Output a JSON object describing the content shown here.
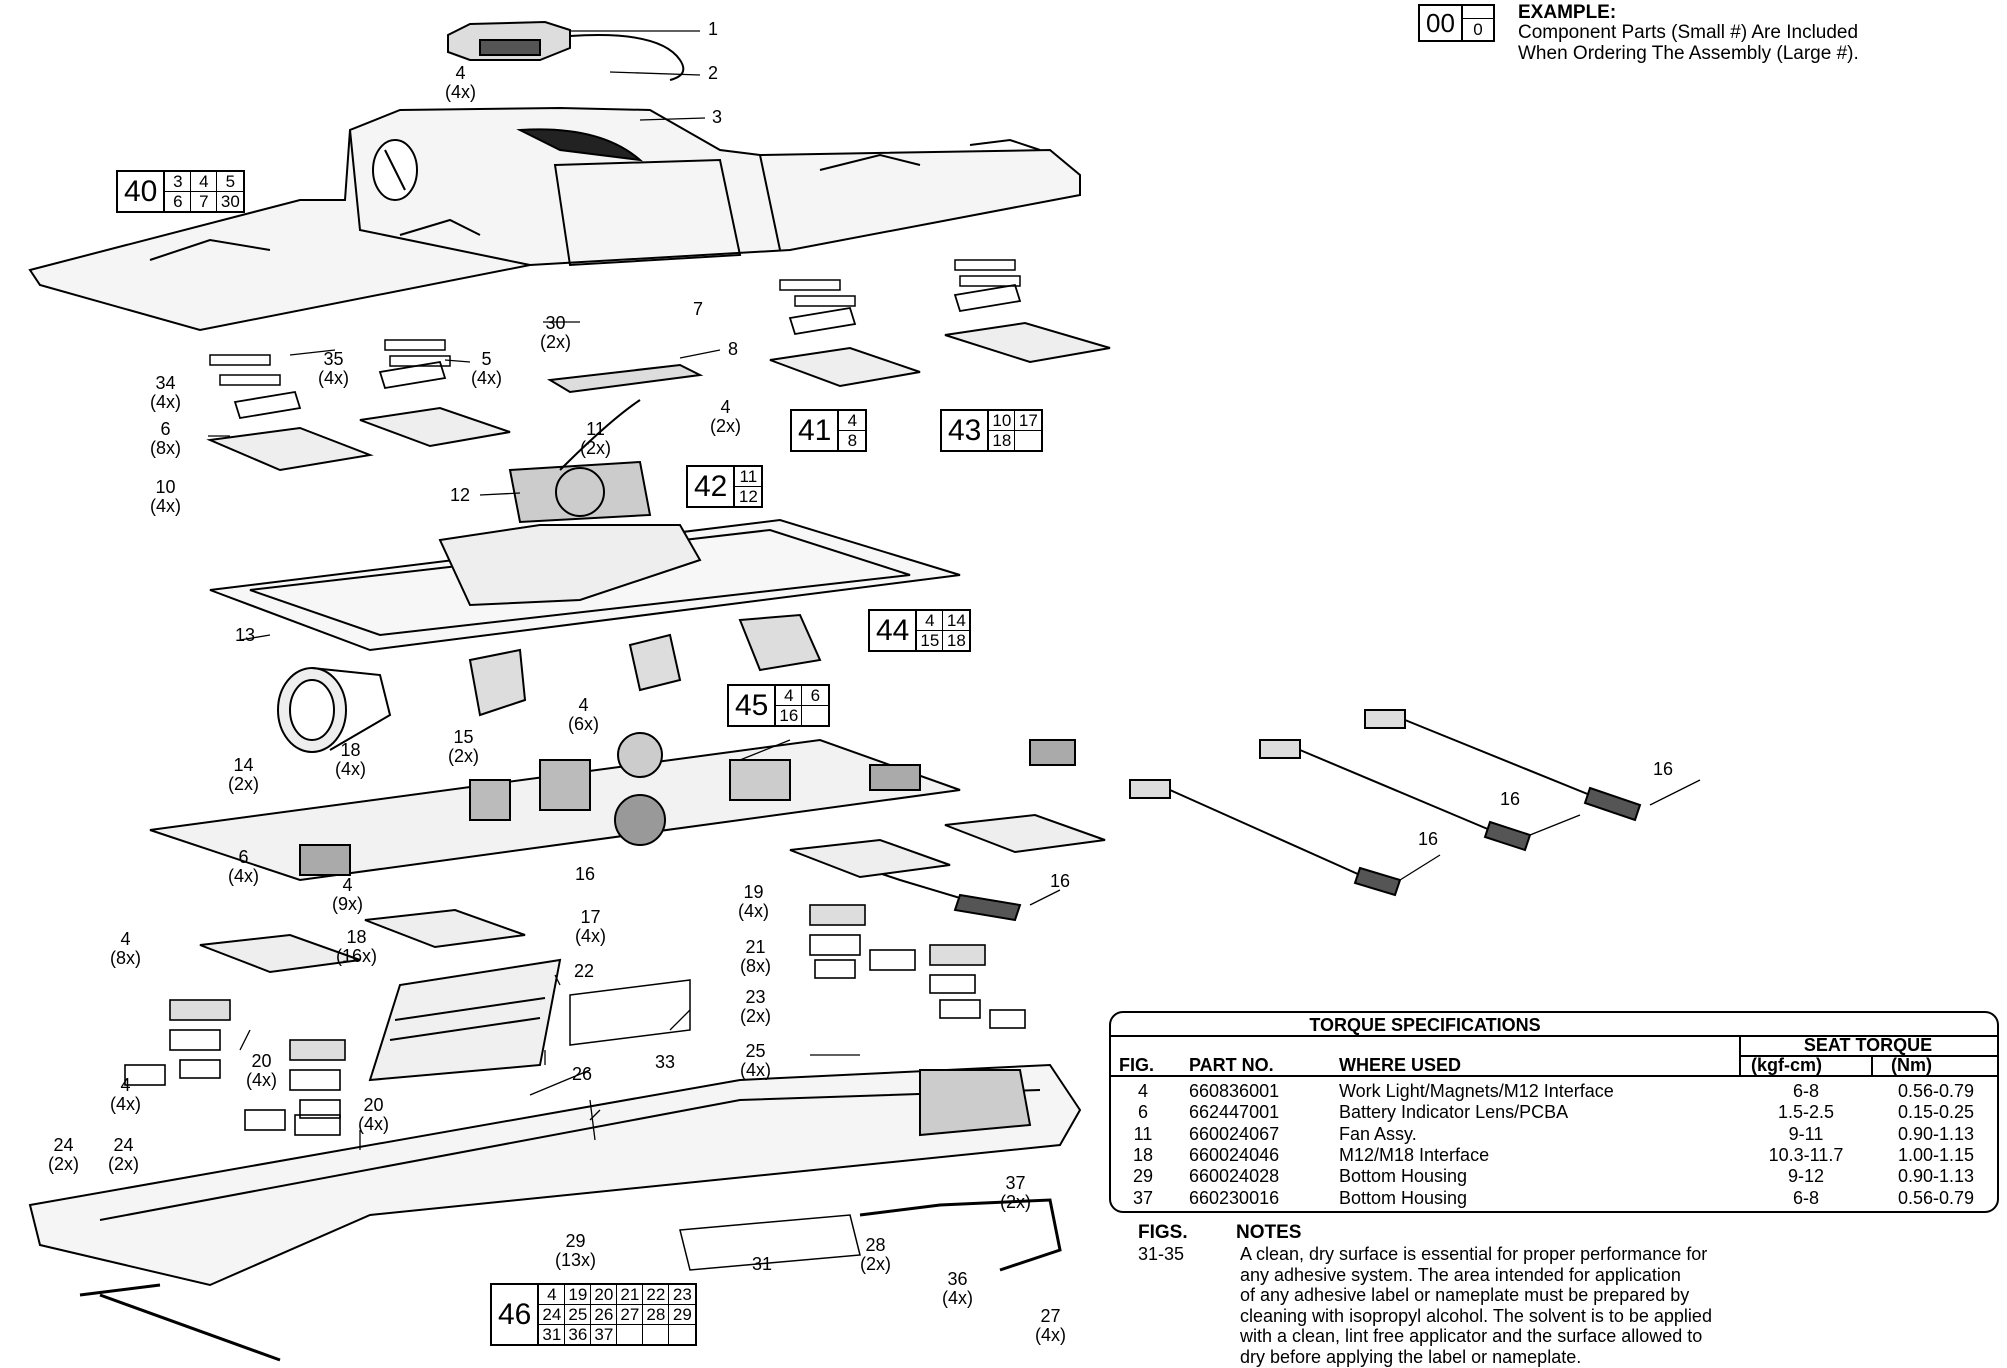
{
  "example": {
    "title": "EXAMPLE:",
    "big": "00",
    "small": "0",
    "line1": "Component Parts (Small #) Are Included",
    "line2": "When Ordering The Assembly (Large #)."
  },
  "callouts": [
    {
      "id": "c1",
      "n": "1",
      "q": ""
    },
    {
      "id": "c2",
      "n": "2",
      "q": ""
    },
    {
      "id": "c3",
      "n": "3",
      "q": ""
    },
    {
      "id": "c4a",
      "n": "4",
      "q": "(4x)"
    },
    {
      "id": "c30",
      "n": "30",
      "q": "(2x)"
    },
    {
      "id": "c7",
      "n": "7",
      "q": ""
    },
    {
      "id": "c8",
      "n": "8",
      "q": ""
    },
    {
      "id": "c35",
      "n": "35",
      "q": "(4x)"
    },
    {
      "id": "c5",
      "n": "5",
      "q": "(4x)"
    },
    {
      "id": "c34",
      "n": "34",
      "q": "(4x)"
    },
    {
      "id": "c4b",
      "n": "4",
      "q": "(2x)"
    },
    {
      "id": "c6a",
      "n": "6",
      "q": "(8x)"
    },
    {
      "id": "c11",
      "n": "11",
      "q": "(2x)"
    },
    {
      "id": "c10",
      "n": "10",
      "q": "(4x)"
    },
    {
      "id": "c12",
      "n": "12",
      "q": ""
    },
    {
      "id": "c13",
      "n": "13",
      "q": ""
    },
    {
      "id": "c14",
      "n": "14",
      "q": "(2x)"
    },
    {
      "id": "c15",
      "n": "15",
      "q": "(2x)"
    },
    {
      "id": "c18a",
      "n": "18",
      "q": "(4x)"
    },
    {
      "id": "c4c",
      "n": "4",
      "q": "(6x)"
    },
    {
      "id": "c16a",
      "n": "16",
      "q": ""
    },
    {
      "id": "c16b",
      "n": "16",
      "q": ""
    },
    {
      "id": "c16c",
      "n": "16",
      "q": ""
    },
    {
      "id": "c16d",
      "n": "16",
      "q": ""
    },
    {
      "id": "c16e",
      "n": "16",
      "q": ""
    },
    {
      "id": "c6b",
      "n": "6",
      "q": "(4x)"
    },
    {
      "id": "c4d",
      "n": "4",
      "q": "(9x)"
    },
    {
      "id": "c19",
      "n": "19",
      "q": "(4x)"
    },
    {
      "id": "c4e",
      "n": "4",
      "q": "(8x)"
    },
    {
      "id": "c17",
      "n": "17",
      "q": "(4x)"
    },
    {
      "id": "c18b",
      "n": "18",
      "q": "(16x)"
    },
    {
      "id": "c21",
      "n": "21",
      "q": "(8x)"
    },
    {
      "id": "c22",
      "n": "22",
      "q": ""
    },
    {
      "id": "c23",
      "n": "23",
      "q": "(2x)"
    },
    {
      "id": "c33",
      "n": "33",
      "q": ""
    },
    {
      "id": "c25",
      "n": "25",
      "q": "(4x)"
    },
    {
      "id": "c20a",
      "n": "20",
      "q": "(4x)"
    },
    {
      "id": "c20b",
      "n": "20",
      "q": "(4x)"
    },
    {
      "id": "c4f",
      "n": "4",
      "q": "(4x)"
    },
    {
      "id": "c26",
      "n": "26",
      "q": ""
    },
    {
      "id": "c24a",
      "n": "24",
      "q": "(2x)"
    },
    {
      "id": "c24b",
      "n": "24",
      "q": "(2x)"
    },
    {
      "id": "c37",
      "n": "37",
      "q": "(2x)"
    },
    {
      "id": "c29",
      "n": "29",
      "q": "(13x)"
    },
    {
      "id": "c28",
      "n": "28",
      "q": "(2x)"
    },
    {
      "id": "c31",
      "n": "31",
      "q": ""
    },
    {
      "id": "c36",
      "n": "36",
      "q": "(4x)"
    },
    {
      "id": "c27",
      "n": "27",
      "q": "(4x)"
    }
  ],
  "assemblies": [
    {
      "id": "a40",
      "big": "40",
      "cols": 3,
      "cells": [
        "3",
        "4",
        "5",
        "6",
        "7",
        "30"
      ]
    },
    {
      "id": "a41",
      "big": "41",
      "cols": 1,
      "cells": [
        "4",
        "8"
      ]
    },
    {
      "id": "a43",
      "big": "43",
      "cols": 2,
      "cells": [
        "10",
        "17",
        "18",
        ""
      ]
    },
    {
      "id": "a42",
      "big": "42",
      "cols": 1,
      "cells": [
        "11",
        "12"
      ]
    },
    {
      "id": "a44",
      "big": "44",
      "cols": 2,
      "cells": [
        "4",
        "14",
        "15",
        "18"
      ]
    },
    {
      "id": "a45",
      "big": "45",
      "cols": 2,
      "cells": [
        "4",
        "6",
        "16",
        ""
      ]
    },
    {
      "id": "a46",
      "big": "46",
      "cols": 6,
      "cells": [
        "4",
        "19",
        "20",
        "21",
        "22",
        "23",
        "24",
        "25",
        "26",
        "27",
        "28",
        "29",
        "31",
        "36",
        "37",
        "",
        "",
        ""
      ]
    }
  ],
  "torque": {
    "title": "TORQUE SPECIFICATIONS",
    "seat": "SEAT  TORQUE",
    "headers": {
      "fig": "FIG.",
      "part": "PART NO.",
      "where": "WHERE USED",
      "kgf": "(kgf-cm)",
      "nm": "(Nm)"
    },
    "rows": [
      {
        "fig": "4",
        "part": "660836001",
        "where": "Work Light/Magnets/M12 Interface",
        "kgf": "6-8",
        "nm": "0.56-0.79"
      },
      {
        "fig": "6",
        "part": "662447001",
        "where": "Battery Indicator Lens/PCBA",
        "kgf": "1.5-2.5",
        "nm": "0.15-0.25"
      },
      {
        "fig": "11",
        "part": "660024067",
        "where": "Fan Assy.",
        "kgf": "9-11",
        "nm": "0.90-1.13"
      },
      {
        "fig": "18",
        "part": "660024046",
        "where": "M12/M18 Interface",
        "kgf": "10.3-11.7",
        "nm": "1.00-1.15"
      },
      {
        "fig": "29",
        "part": "660024028",
        "where": "Bottom Housing",
        "kgf": "9-12",
        "nm": "0.90-1.13"
      },
      {
        "fig": "37",
        "part": "660230016",
        "where": "Bottom Housing",
        "kgf": "6-8",
        "nm": "0.56-0.79"
      }
    ]
  },
  "notes": {
    "figs_header": "FIGS.",
    "notes_header": "NOTES",
    "fig": "31-35",
    "lines": [
      "A clean, dry surface is essential for proper performance for",
      "any adhesive system. The area intended for application",
      "of any adhesive label or nameplate must be prepared by",
      "cleaning with isopropyl alcohol. The solvent is to be applied",
      "with a clean, lint free applicator and the surface allowed to",
      "dry before applying the label or nameplate."
    ]
  }
}
